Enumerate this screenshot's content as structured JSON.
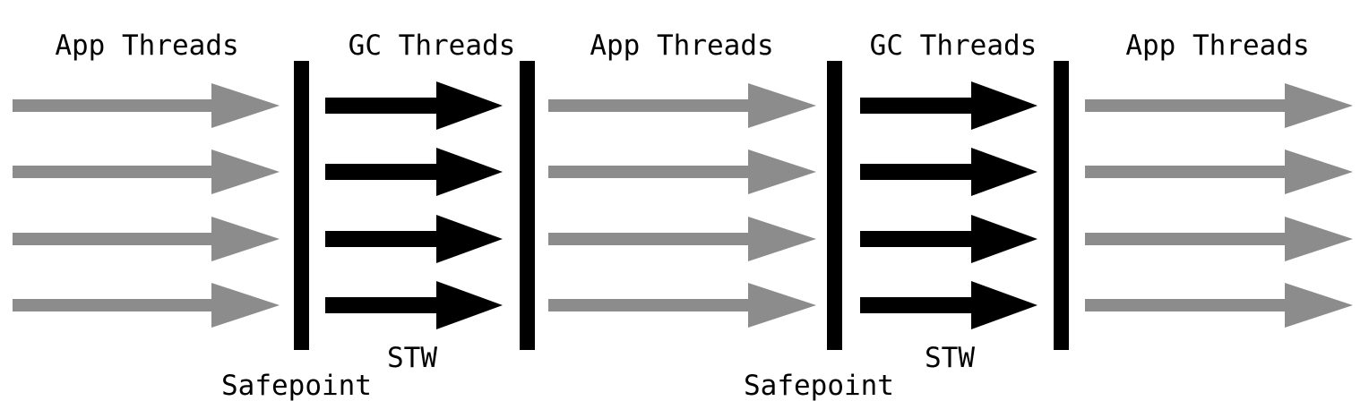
{
  "colors": {
    "app_thread_arrow": "#8c8c8c",
    "gc_thread_arrow": "#000000",
    "barrier": "#000000",
    "text": "#000000",
    "background": "#ffffff"
  },
  "phases": [
    {
      "label": "App Threads",
      "kind": "app",
      "thread_count": 4
    },
    {
      "label": "GC Threads",
      "kind": "gc",
      "thread_count": 4
    },
    {
      "label": "App Threads",
      "kind": "app",
      "thread_count": 4
    },
    {
      "label": "GC Threads",
      "kind": "gc",
      "thread_count": 4
    },
    {
      "label": "App Threads",
      "kind": "app",
      "thread_count": 4
    }
  ],
  "markers": [
    {
      "label": "Safepoint"
    },
    {
      "label": "STW"
    },
    {
      "label": "Safepoint"
    },
    {
      "label": "STW"
    }
  ]
}
